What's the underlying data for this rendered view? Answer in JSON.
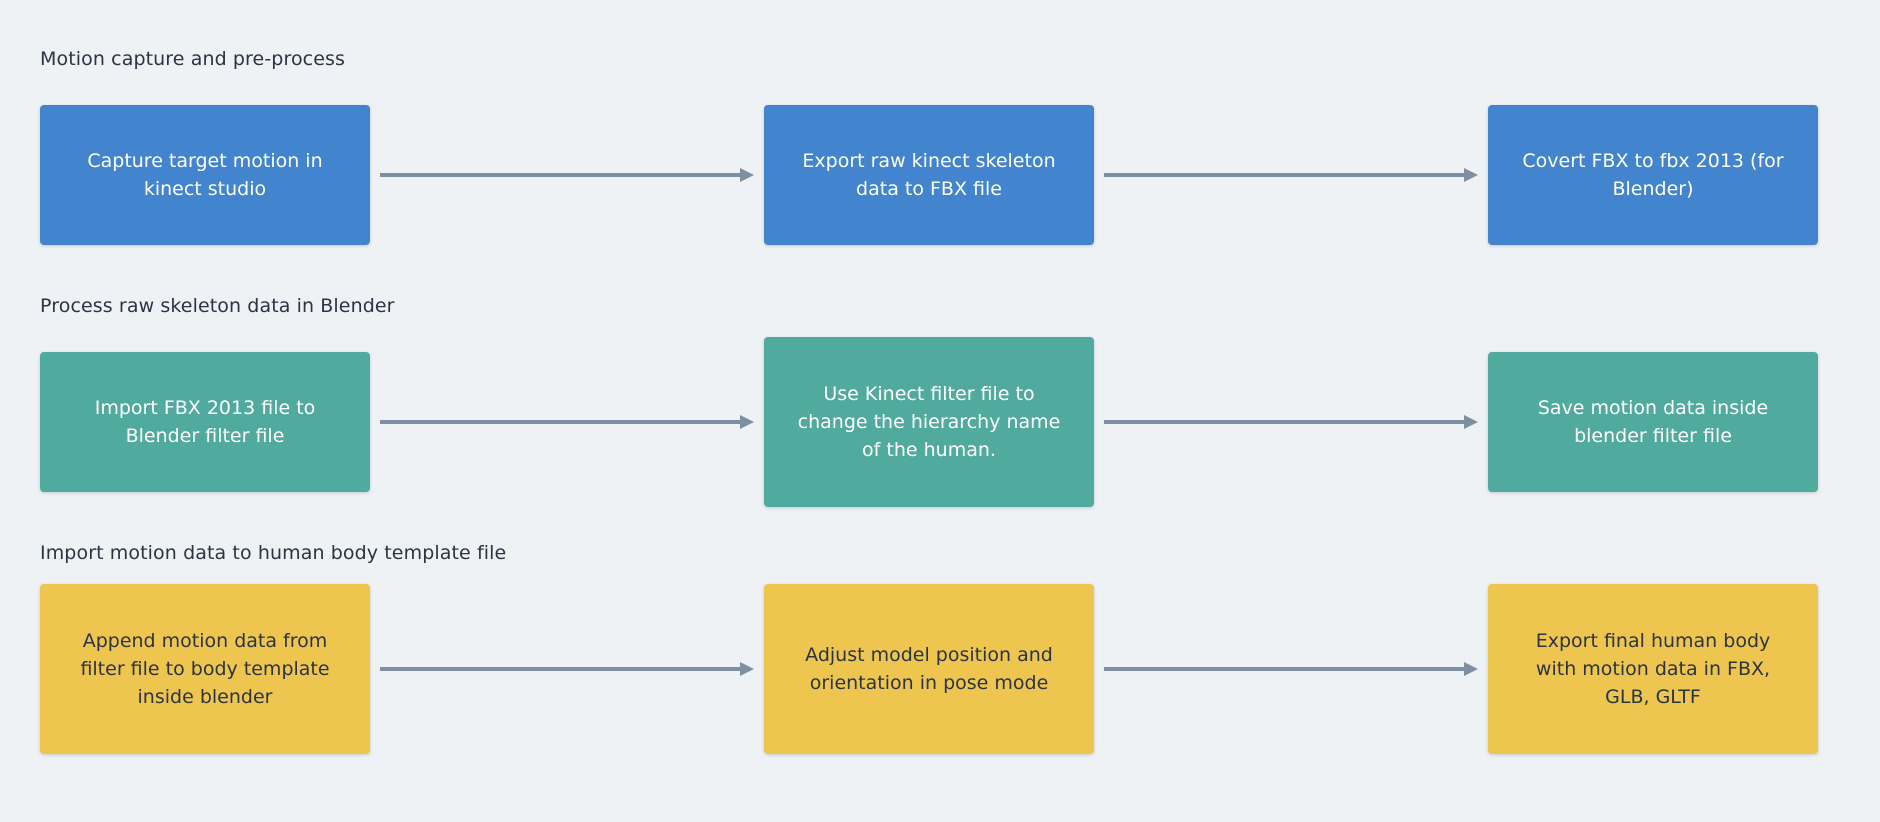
{
  "diagram": {
    "type": "flowchart",
    "orientation": "left-to-right",
    "background_color": "#eff2f5",
    "sections": [
      {
        "id": "motion-capture",
        "title": "Motion capture and pre-process",
        "color": "#4285ce",
        "text_color": "#ffffff",
        "nodes": [
          {
            "id": "capture-target-motion",
            "label": "Capture target motion in\nkinect studio"
          },
          {
            "id": "export-raw-kinect-skeleton",
            "label": "Export raw kinect skeleton\ndata to FBX file"
          },
          {
            "id": "convert-fbx-2013",
            "label": "Covert FBX to fbx 2013 (for\nBlender)"
          }
        ],
        "connectors": [
          {
            "id": "arrow-1",
            "from": "capture-target-motion",
            "to": "export-raw-kinect-skeleton"
          },
          {
            "id": "arrow-2",
            "from": "export-raw-kinect-skeleton",
            "to": "convert-fbx-2013"
          }
        ]
      },
      {
        "id": "process-skeleton",
        "title": "Process raw skeleton data in Blender",
        "color": "#50ab9e",
        "text_color": "#ffffff",
        "nodes": [
          {
            "id": "import-fbx-2013",
            "label": "Import FBX 2013 file to\nBlender filter file"
          },
          {
            "id": "use-kinect-filter",
            "label": "Use Kinect filter file to\nchange the hierarchy name\nof the human."
          },
          {
            "id": "save-motion-data",
            "label": "Save motion data inside\nblender filter file"
          }
        ],
        "connectors": [
          {
            "id": "arrow-3",
            "from": "import-fbx-2013",
            "to": "use-kinect-filter"
          },
          {
            "id": "arrow-4",
            "from": "use-kinect-filter",
            "to": "save-motion-data"
          }
        ]
      },
      {
        "id": "import-motion",
        "title": "Import motion data to human body template file",
        "color": "#eec64f",
        "text_color": "#2b3442",
        "nodes": [
          {
            "id": "append-motion-data",
            "label": "Append motion data from\nfilter file to body template\ninside blender"
          },
          {
            "id": "adjust-model-position",
            "label": "Adjust model position and\norientation in pose mode"
          },
          {
            "id": "export-final-human-body",
            "label": "Export final human body\nwith motion data in FBX,\nGLB, GLTF"
          }
        ],
        "connectors": [
          {
            "id": "arrow-5",
            "from": "append-motion-data",
            "to": "adjust-model-position"
          },
          {
            "id": "arrow-6",
            "from": "adjust-model-position",
            "to": "export-final-human-body"
          }
        ]
      }
    ],
    "colors": {
      "arrow": "#7d8fa1",
      "title_text": "#2b3442",
      "blue": "#4285ce",
      "teal": "#50ab9e",
      "yellow": "#eec64f"
    }
  }
}
